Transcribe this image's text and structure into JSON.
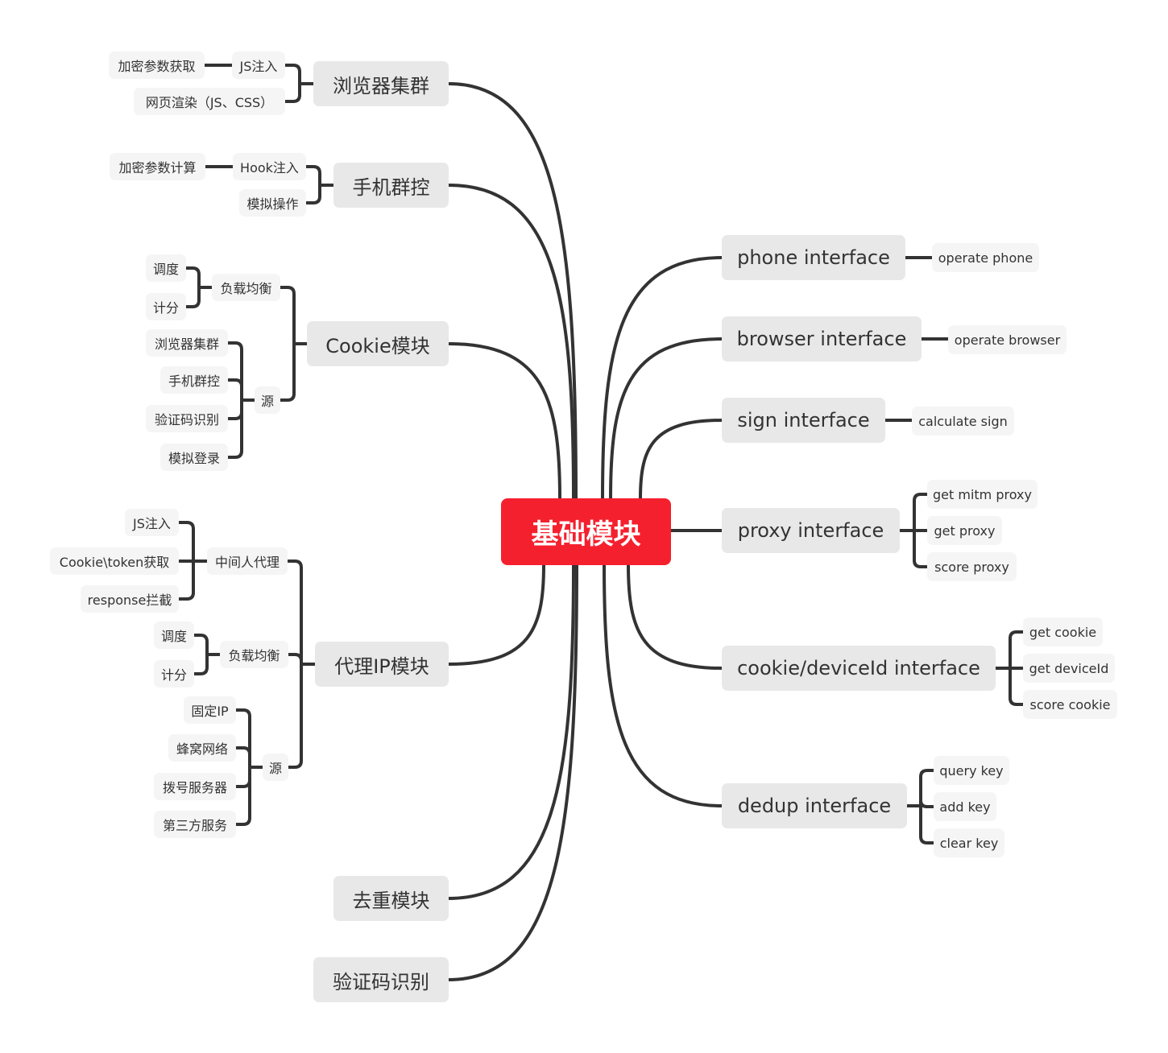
{
  "center": "基础模块",
  "left": {
    "browser_cluster": {
      "label": "浏览器集群",
      "js_inject": "JS注入",
      "encrypt_fetch": "加密参数获取",
      "render": "网页渲染（JS、CSS）"
    },
    "phone_cluster": {
      "label": "手机群控",
      "hook_inject": "Hook注入",
      "encrypt_calc": "加密参数计算",
      "simulate": "模拟操作"
    },
    "cookie_module": {
      "label": "Cookie模块",
      "load_balance": "负载均衡",
      "schedule": "调度",
      "score": "计分",
      "source": "源",
      "sources": [
        "浏览器集群",
        "手机群控",
        "验证码识别",
        "模拟登录"
      ]
    },
    "proxy_module": {
      "label": "代理IP模块",
      "mitm": "中间人代理",
      "mitm_items": [
        "JS注入",
        "Cookie\\token获取",
        "response拦截"
      ],
      "load_balance": "负载均衡",
      "schedule": "调度",
      "score": "计分",
      "source": "源",
      "sources": [
        "固定IP",
        "蜂窝网络",
        "拨号服务器",
        "第三方服务"
      ]
    },
    "dedup_module": {
      "label": "去重模块"
    },
    "captcha": {
      "label": "验证码识别"
    }
  },
  "right": {
    "phone": {
      "label": "phone interface",
      "items": [
        "operate phone"
      ]
    },
    "browser": {
      "label": "browser interface",
      "items": [
        "operate browser"
      ]
    },
    "sign": {
      "label": "sign interface",
      "items": [
        "calculate sign"
      ]
    },
    "proxy": {
      "label": "proxy interface",
      "items": [
        "get mitm proxy",
        "get proxy",
        "score proxy"
      ]
    },
    "cookie": {
      "label": "cookie/deviceId interface",
      "items": [
        "get cookie",
        "get deviceId",
        "score cookie"
      ]
    },
    "dedup": {
      "label": "dedup interface",
      "items": [
        "query key",
        "add key",
        "clear key"
      ]
    }
  },
  "colors": {
    "center": "#f5202e",
    "main_node": "#e8e8e8",
    "sub_node": "#f5f5f5",
    "line": "#333333"
  }
}
